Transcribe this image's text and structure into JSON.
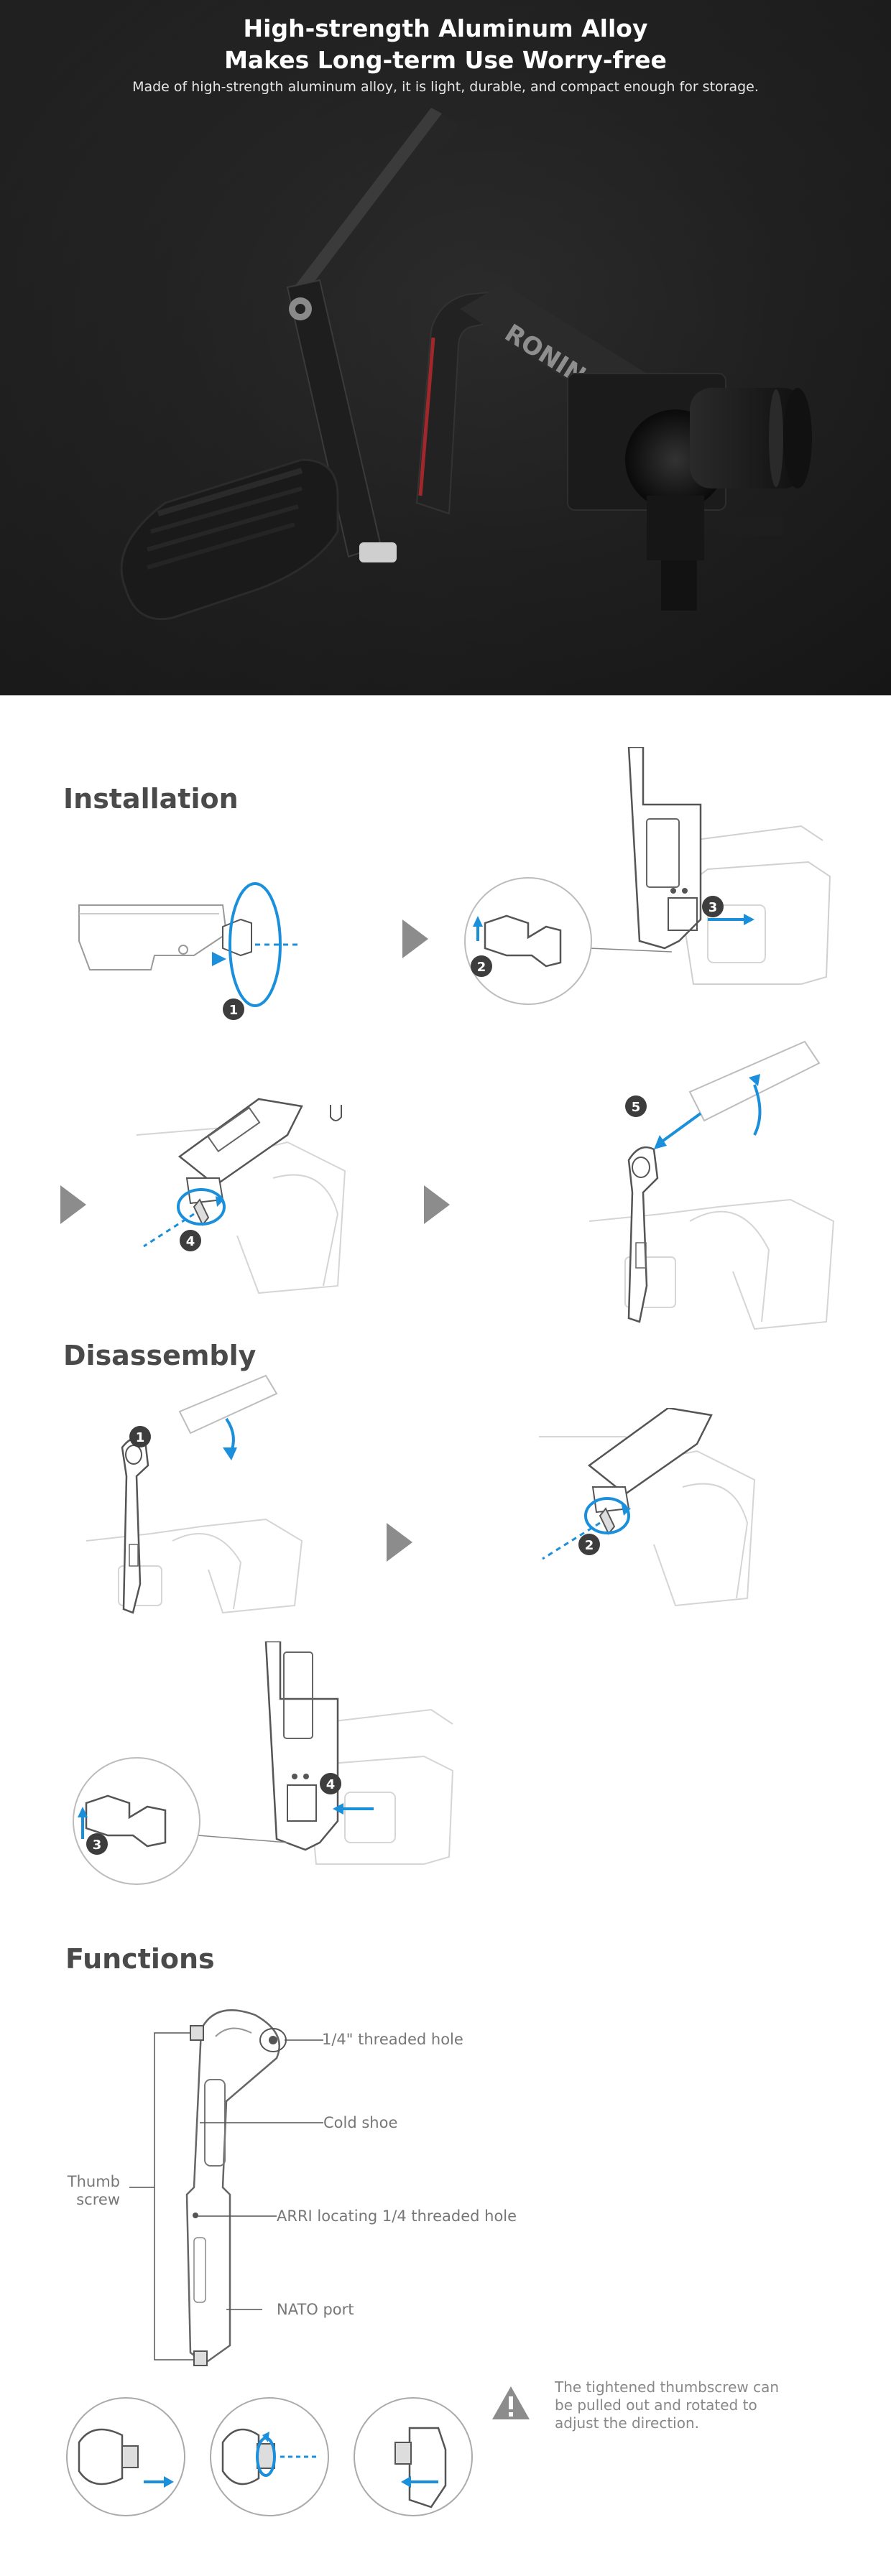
{
  "hero": {
    "title_line1": "High-strength Aluminum Alloy",
    "title_line2": "Makes Long-term Use Worry-free",
    "subtitle": "Made of high-strength aluminum alloy, it is light, durable, and compact enough for storage.",
    "product_logo_text": "RONIN"
  },
  "installation": {
    "title": "Installation",
    "steps": [
      "1",
      "2",
      "3",
      "4",
      "5"
    ]
  },
  "disassembly": {
    "title": "Disassembly",
    "steps": [
      "1",
      "2",
      "3",
      "4"
    ]
  },
  "functions": {
    "title": "Functions",
    "labels": {
      "threaded_hole": "1/4\" threaded hole",
      "cold_shoe": "Cold shoe",
      "arri": "ARRI locating 1/4  threaded hole",
      "nato": "NATO port",
      "thumb_screw_line1": "Thumb",
      "thumb_screw_line2": "screw"
    },
    "note": "The tightened thumbscrew can be pulled out and rotated to adjust the direction.",
    "warning_icon": "warning-triangle-icon"
  },
  "colors": {
    "accent_blue": "#1a8fdc",
    "badge_dark": "#3d3d3d",
    "hero_bg": "#1c1c1c",
    "section_title": "#4a4a4a"
  }
}
